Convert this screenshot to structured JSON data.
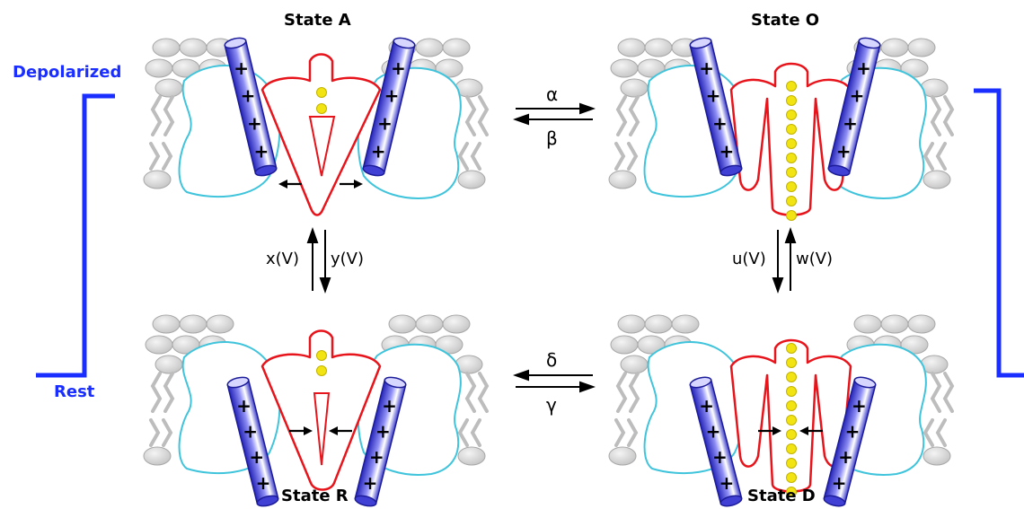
{
  "states": {
    "A": "State A",
    "O": "State O",
    "R": "State R",
    "D": "State D"
  },
  "voltage": {
    "depolarized": "Depolarized",
    "rest": "Rest"
  },
  "transitions": {
    "A_to_O": "α",
    "O_to_A": "β",
    "D_to_R": "δ",
    "R_to_D": "γ",
    "A_to_R": "x(V)",
    "R_to_A": "y(V)",
    "D_to_O": "u(V)",
    "O_to_D": "w(V)"
  },
  "colors": {
    "voltage_trace": "#1a2fff",
    "protein_outline": "#e8141b",
    "membrane_domain": "#3fc4dc",
    "voltage_sensor": "#3a3ad8",
    "ion": "#f2e313",
    "lipid": "#bdbdbd"
  },
  "sensor_charge_symbol": "+"
}
